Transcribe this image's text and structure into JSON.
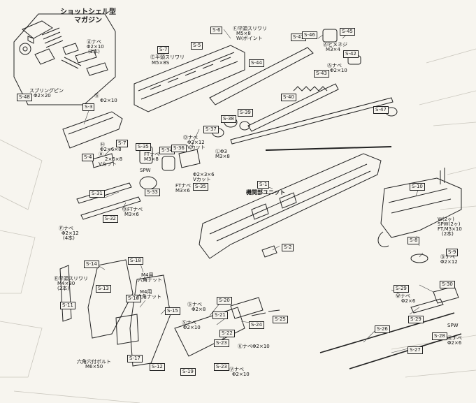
{
  "magazine_title_line1": "ショットシェル型",
  "magazine_title_line2": "マガジン",
  "mechanism_label": "機関部ユニット",
  "part_labels": [
    {
      "id": "S-6",
      "text": "S-6"
    },
    {
      "id": "S-5",
      "text": "S-5"
    },
    {
      "id": "S-7a",
      "text": "S-7"
    },
    {
      "id": "S-44",
      "text": "S-44"
    },
    {
      "id": "S-41",
      "text": "S-41"
    },
    {
      "id": "S-46",
      "text": "S-46"
    },
    {
      "id": "S-45",
      "text": "S-45"
    },
    {
      "id": "S-42",
      "text": "S-42"
    },
    {
      "id": "S-43",
      "text": "S-43"
    },
    {
      "id": "S-40",
      "text": "S-40"
    },
    {
      "id": "S-39",
      "text": "S-39"
    },
    {
      "id": "S-38",
      "text": "S-38"
    },
    {
      "id": "S-37",
      "text": "S-37"
    },
    {
      "id": "S-47",
      "text": "S-47"
    },
    {
      "id": "S-48",
      "text": "S-48"
    },
    {
      "id": "S-3",
      "text": "S-3"
    },
    {
      "id": "S-4",
      "text": "S-4"
    },
    {
      "id": "S-7b",
      "text": "S-7"
    },
    {
      "id": "S-35a",
      "text": "S-35"
    },
    {
      "id": "S-34",
      "text": "S-34"
    },
    {
      "id": "S-36",
      "text": "S-36"
    },
    {
      "id": "S-33",
      "text": "S-33"
    },
    {
      "id": "S-35b",
      "text": "S-35"
    },
    {
      "id": "S-1",
      "text": "S-1"
    },
    {
      "id": "S-10",
      "text": "S-10"
    },
    {
      "id": "S-31",
      "text": "S-31"
    },
    {
      "id": "S-32",
      "text": "S-32"
    },
    {
      "id": "S-2",
      "text": "S-2"
    },
    {
      "id": "S-8",
      "text": "S-8"
    },
    {
      "id": "S-9",
      "text": "S-9"
    },
    {
      "id": "S-14",
      "text": "S-14"
    },
    {
      "id": "S-18",
      "text": "S-18"
    },
    {
      "id": "S-13",
      "text": "S-13"
    },
    {
      "id": "S-11",
      "text": "S-11"
    },
    {
      "id": "S-16",
      "text": "S-16"
    },
    {
      "id": "S-15",
      "text": "S-15"
    },
    {
      "id": "S-19",
      "text": "S-19"
    },
    {
      "id": "S-20",
      "text": "S-20"
    },
    {
      "id": "S-21",
      "text": "S-21"
    },
    {
      "id": "S-22",
      "text": "S-22"
    },
    {
      "id": "S-24",
      "text": "S-24"
    },
    {
      "id": "S-25",
      "text": "S-25"
    },
    {
      "id": "S-23a",
      "text": "S-23"
    },
    {
      "id": "S-23b",
      "text": "S-23"
    },
    {
      "id": "S-17",
      "text": "S-17"
    },
    {
      "id": "S-12",
      "text": "S-12"
    },
    {
      "id": "S-29a",
      "text": "S-29"
    },
    {
      "id": "S-30",
      "text": "S-30"
    },
    {
      "id": "S-26",
      "text": "S-26"
    },
    {
      "id": "S-29b",
      "text": "S-29"
    },
    {
      "id": "S-28",
      "text": "S-28"
    },
    {
      "id": "S-27",
      "text": "S-27"
    }
  ],
  "annotations": [
    {
      "id": "a1",
      "text": "Ⓐナベ"
    },
    {
      "id": "a2",
      "text": "Φ2×10"
    },
    {
      "id": "a3",
      "text": "(2本)"
    },
    {
      "id": "a4",
      "text": "スプリングピン"
    },
    {
      "id": "a5",
      "text": "Φ2×20"
    },
    {
      "id": "a6",
      "text": "Ⓕ平頭スリワリ"
    },
    {
      "id": "a7",
      "text": "M5×8"
    },
    {
      "id": "a8",
      "text": "W(ポイント"
    },
    {
      "id": "a9",
      "text": "Ⓔ平頭スリワリ"
    },
    {
      "id": "a10",
      "text": "M5×8S"
    },
    {
      "id": "a11",
      "text": "Ⓖ"
    },
    {
      "id": "a12",
      "text": "Φ2×10"
    },
    {
      "id": "a13",
      "text": "Ⓗ"
    },
    {
      "id": "a14",
      "text": "Φ2×6×8"
    },
    {
      "id": "a15",
      "text": "Ⓗ"
    },
    {
      "id": "a16",
      "text": "2×6×8"
    },
    {
      "id": "a17",
      "text": "Vカット"
    },
    {
      "id": "a18",
      "text": "FTナベ"
    },
    {
      "id": "a19",
      "text": "M3×8"
    },
    {
      "id": "a20",
      "text": "Ⓓナベ"
    },
    {
      "id": "a21",
      "text": "Φ2×12"
    },
    {
      "id": "a22",
      "text": "Vカット"
    },
    {
      "id": "a23",
      "text": "SPW"
    },
    {
      "id": "a24",
      "text": "Φ2×3×6"
    },
    {
      "id": "a25",
      "text": "Vカット"
    },
    {
      "id": "a26",
      "text": "FTナベ"
    },
    {
      "id": "a27",
      "text": "M3×6"
    },
    {
      "id": "a28",
      "text": "ⓁΦ3"
    },
    {
      "id": "a29",
      "text": "M3×8"
    },
    {
      "id": "a30",
      "text": "Ⓐヒメネジ"
    },
    {
      "id": "a31",
      "text": "M3×4"
    },
    {
      "id": "a32",
      "text": "Ⓐナベ"
    },
    {
      "id": "a33",
      "text": "Φ2×10"
    },
    {
      "id": "a34",
      "text": "ⓄFTナベ"
    },
    {
      "id": "a35",
      "text": "M3×6"
    },
    {
      "id": "a36",
      "text": "Ⓟナベ"
    },
    {
      "id": "a37",
      "text": "Φ2×12"
    },
    {
      "id": "a38",
      "text": "(4本)"
    },
    {
      "id": "a39",
      "text": "W(2ヶ)"
    },
    {
      "id": "a40",
      "text": "SPW(2ヶ)"
    },
    {
      "id": "a41",
      "text": "FT.M3×10"
    },
    {
      "id": "a42",
      "text": "(2本)"
    },
    {
      "id": "a43",
      "text": "Ⓓナベ"
    },
    {
      "id": "a44",
      "text": "Φ2×12"
    },
    {
      "id": "a45",
      "text": "Ⓡ平頭スリワリ"
    },
    {
      "id": "a46",
      "text": "M4×30"
    },
    {
      "id": "a47",
      "text": "(2本)"
    },
    {
      "id": "a48",
      "text": "M4用"
    },
    {
      "id": "a49",
      "text": "六角ナット"
    },
    {
      "id": "a50",
      "text": "M4用"
    },
    {
      "id": "a51",
      "text": "六角ナット"
    },
    {
      "id": "a52",
      "text": "Ⓢナベ"
    },
    {
      "id": "a53",
      "text": "Φ2×8"
    },
    {
      "id": "a54",
      "text": "Ⓢナベ"
    },
    {
      "id": "a55",
      "text": "Φ2×10"
    },
    {
      "id": "a56",
      "text": "六角穴付ボルト"
    },
    {
      "id": "a57",
      "text": "M6×50"
    },
    {
      "id": "a58",
      "text": "ⓊナベΦ2×10"
    },
    {
      "id": "a59",
      "text": "Ⓥナベ"
    },
    {
      "id": "a60",
      "text": "Φ2×10"
    },
    {
      "id": "a61",
      "text": "Ⓦナベ"
    },
    {
      "id": "a62",
      "text": "Φ2×6"
    },
    {
      "id": "a63",
      "text": "SPW"
    },
    {
      "id": "a64",
      "text": "Ⓧナベ"
    },
    {
      "id": "a65",
      "text": "Φ2×6"
    }
  ]
}
